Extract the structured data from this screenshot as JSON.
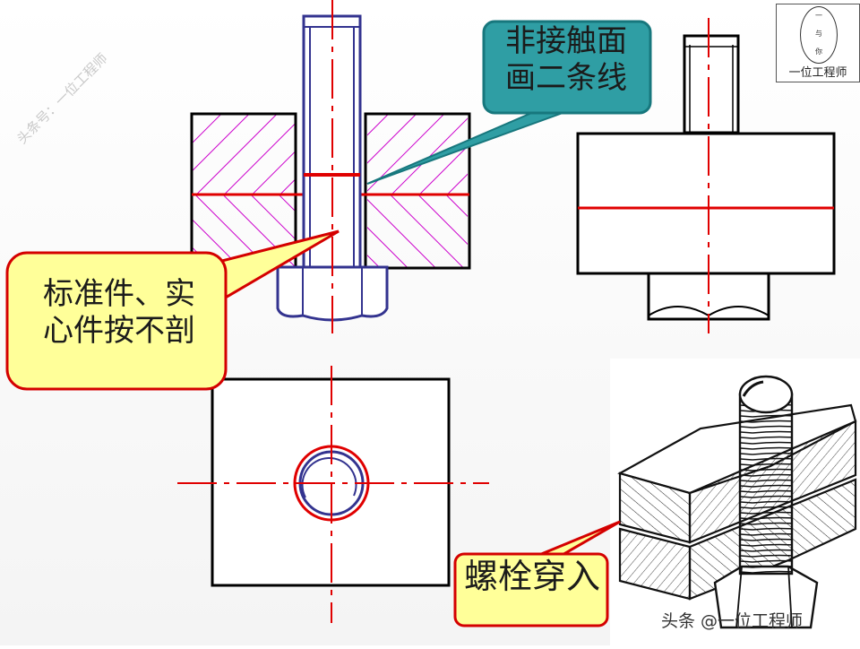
{
  "watermark_side": "头条号：一位工程师",
  "watermark_footer": "头条 @一位工程师",
  "logo": {
    "name": "一位工程师",
    "inner_top": "一",
    "inner_mid": "与",
    "inner_bottom": "你"
  },
  "callouts": {
    "non_contact": [
      "非接触面",
      "画二条线"
    ],
    "standard_part": [
      "标准件、实",
      "心件按不剖"
    ],
    "bolt_through": "螺栓穿入"
  },
  "colors": {
    "outline": "#000000",
    "bolt": "#33338f",
    "centerline": "#e00000",
    "hatch": "#cc00cc",
    "callout_teal_fill": "#2f9ea4",
    "callout_teal_border": "#17777d",
    "callout_yellow_fill": "#ffff99",
    "callout_red_border": "#d40000"
  }
}
